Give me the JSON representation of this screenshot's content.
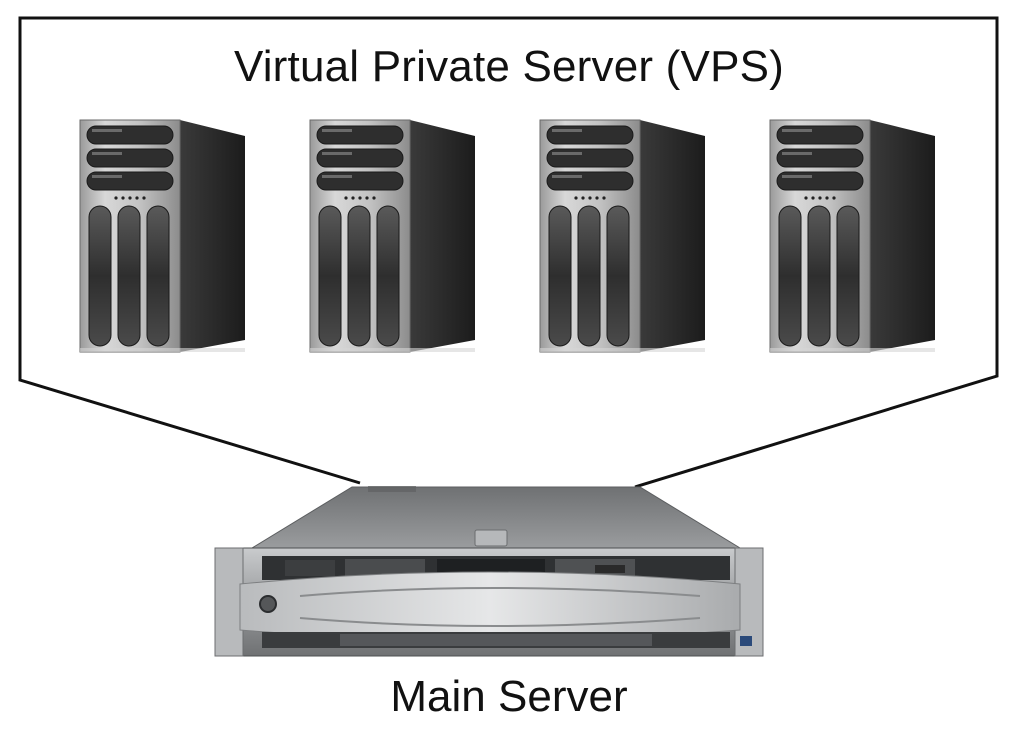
{
  "diagram": {
    "vps_label": "Virtual Private Server (VPS)",
    "main_label": "Main Server",
    "vps_count": 4,
    "colors": {
      "outline": "#111111",
      "tower_front": "#c4c4c4",
      "tower_side": "#2a2a2a",
      "tower_bay": "#3a3a3a",
      "rack_body": "#9a9c9e",
      "rack_top": "#7f8183"
    }
  }
}
